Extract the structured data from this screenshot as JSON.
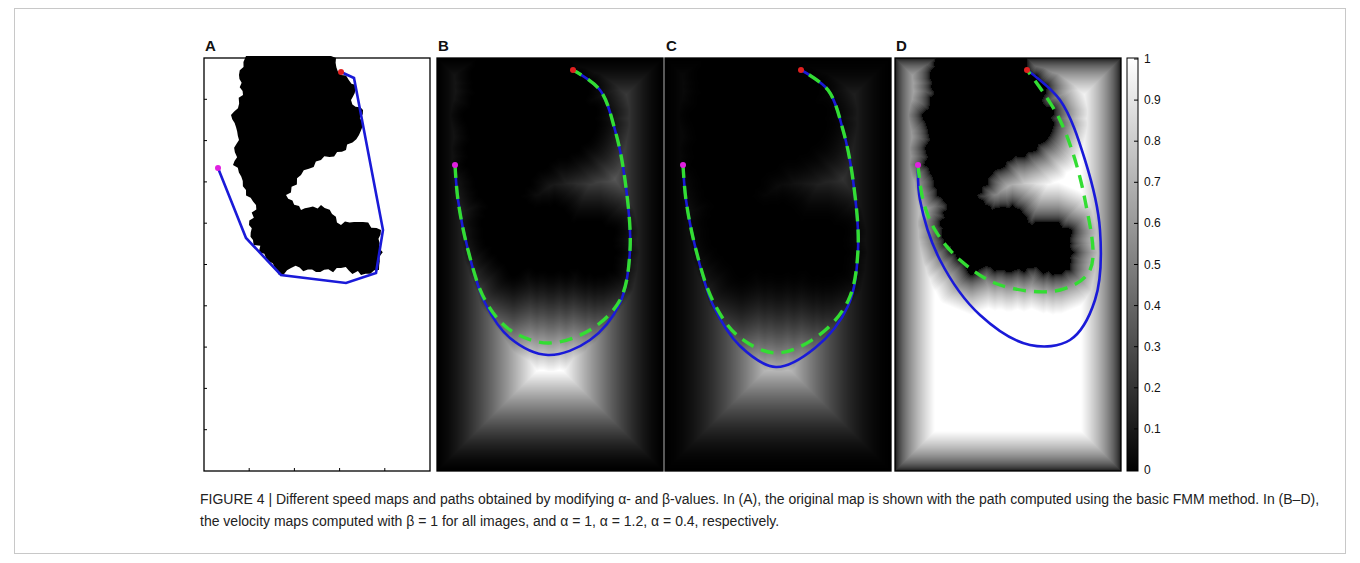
{
  "diagram": {
    "caption": "FIGURE 4 | Different speed maps and paths obtained by modifying α- and β-values. In (A), the original map is shown with the path computed using the basic FMM method. In (B–D), the velocity maps computed with β = 1 for all images, and α = 1, α = 1.2, α = 0.4, respectively.",
    "labels": [
      "A",
      "B",
      "C",
      "D",
      "1",
      "0.9",
      "0.8",
      "0.7",
      "0.6",
      "0.5",
      "0.4",
      "0.3",
      "0.2",
      "0.1",
      "0"
    ]
  }
}
